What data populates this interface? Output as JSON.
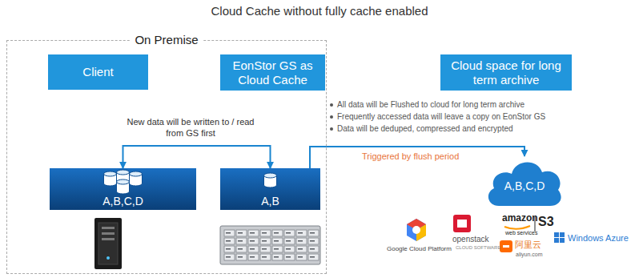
{
  "diagram": {
    "title": "Cloud Cache without fully cache enabled",
    "nodes": [
      {
        "text": [
          "On Premise"
        ]
      },
      {
        "text": [
          "Client"
        ],
        "in": 0
      },
      {
        "text": [
          "EonStor GS as Cloud Cache"
        ],
        "in": 0
      },
      {
        "text": [
          "Cloud space for long term archive"
        ]
      },
      {
        "text": [
          "A,B,C,D"
        ],
        "in": 0
      },
      {
        "text": [
          "A,B"
        ],
        "in": 0
      },
      {
        "text": [
          "A,B,C,D"
        ]
      }
    ],
    "edges": [
      {
        "from": 4,
        "to": 5,
        "arrow": "both",
        "label": "New data will be written to / read from GS first"
      },
      {
        "from": 5,
        "to": 6,
        "arrow": "to",
        "label": "Triggered by flush period"
      }
    ],
    "labels": [
      "All data will be Flushed to cloud for long term archive",
      "Frequently accessed data will leave a copy on EonStor GS",
      "Data will be deduped, compressed and encrypted",
      "Google Cloud Platform",
      "openstack",
      "CLOUD SOFTWARE",
      "amazon",
      "web services",
      "S3",
      "阿里云",
      "aliyun.com",
      "Windows Azure"
    ]
  }
}
